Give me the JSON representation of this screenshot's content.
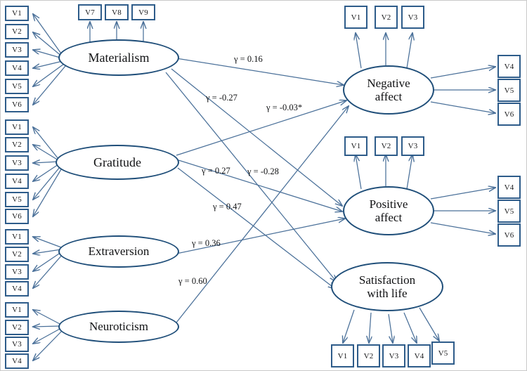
{
  "diagram": {
    "title": "Structural equation model path diagram",
    "colors": {
      "ellipse_stroke": "#1F4E79",
      "box_stroke": "#2E5C8A",
      "arrow_stroke": "#4A7099",
      "frame_border": "#c9c9c9",
      "background": "#ffffff",
      "text": "#111214"
    }
  },
  "latents": {
    "materialism": {
      "label": "Materialism"
    },
    "gratitude": {
      "label": "Gratitude"
    },
    "extraversion": {
      "label": "Extraversion"
    },
    "neuroticism": {
      "label": "Neuroticism"
    },
    "negative_affect": {
      "label_line1": "Negative",
      "label_line2": "affect"
    },
    "positive_affect": {
      "label_line1": "Positive",
      "label_line2": "affect"
    },
    "satisfaction": {
      "label_line1": "Satisfaction",
      "label_line2": "with life"
    }
  },
  "indicators": {
    "materialism_left": [
      "V1",
      "V2",
      "V3",
      "V4",
      "V5",
      "V6"
    ],
    "materialism_top": [
      "V7",
      "V8",
      "V9"
    ],
    "gratitude_left": [
      "V1",
      "V2",
      "V3",
      "V4",
      "V5",
      "V6"
    ],
    "extraversion_left": [
      "V1",
      "V2",
      "V3",
      "V4"
    ],
    "neuroticism_left": [
      "V1",
      "V2",
      "V3",
      "V4"
    ],
    "negative_top": [
      "V1",
      "V2",
      "V3"
    ],
    "negative_right": [
      "V4",
      "V5",
      "V6"
    ],
    "positive_top": [
      "V1",
      "V2",
      "V3"
    ],
    "positive_right": [
      "V4",
      "V5",
      "V6"
    ],
    "satisfaction_bottom": [
      "V1",
      "V2",
      "V3",
      "V4",
      "V5"
    ]
  },
  "paths": [
    {
      "id": "mat-neg",
      "from": "materialism",
      "to": "negative_affect",
      "label": "γ = 0.16"
    },
    {
      "id": "mat-pos",
      "from": "materialism",
      "to": "positive_affect",
      "label": "γ = -0.27"
    },
    {
      "id": "mat-sat",
      "from": "materialism",
      "to": "satisfaction",
      "label": "γ = -0.03*"
    },
    {
      "id": "gra-pos",
      "from": "gratitude",
      "to": "positive_affect",
      "label": "γ = 0.27"
    },
    {
      "id": "gra-neg",
      "from": "gratitude",
      "to": "negative_affect",
      "label": "γ = -0.28"
    },
    {
      "id": "gra-sat",
      "from": "gratitude",
      "to": "satisfaction",
      "label": "γ = 0.47"
    },
    {
      "id": "ext-pos",
      "from": "extraversion",
      "to": "positive_affect",
      "label": "γ = 0.36"
    },
    {
      "id": "neu-neg",
      "from": "neuroticism",
      "to": "negative_affect",
      "label": "γ = 0.60"
    }
  ]
}
